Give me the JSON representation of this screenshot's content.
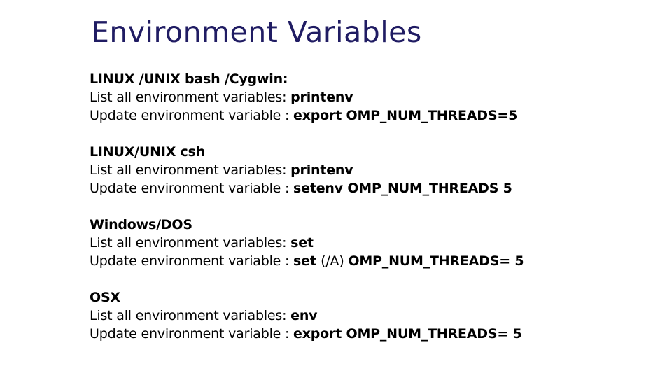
{
  "slide": {
    "title": "Environment Variables",
    "title_color": "#201c63",
    "body_color": "#000000",
    "background_color": "#ffffff"
  },
  "sections": [
    {
      "header": "LINUX /UNIX bash /Cygwin:",
      "list_label": "List all environment variables: ",
      "list_command": "printenv",
      "update_label": "Update environment variable : ",
      "update_command": "export OMP_NUM_THREADS=5",
      "update_command_flag": "",
      "update_command_tail": ""
    },
    {
      "header": "LINUX/UNIX csh",
      "list_label": "List all environment variables: ",
      "list_command": "printenv",
      "update_label": "Update environment variable : ",
      "update_command": "setenv OMP_NUM_THREADS 5",
      "update_command_flag": "",
      "update_command_tail": ""
    },
    {
      "header": "Windows/DOS",
      "list_label": "List all environment variables: ",
      "list_command": "set",
      "update_label": "Update environment variable : ",
      "update_command": "set ",
      "update_command_flag": "(/A) ",
      "update_command_tail": "OMP_NUM_THREADS= 5"
    },
    {
      "header": "OSX",
      "list_label": "List all environment variables: ",
      "list_command": "env",
      "update_label": "Update environment variable : ",
      "update_command": "export OMP_NUM_THREADS= 5",
      "update_command_flag": "",
      "update_command_tail": ""
    }
  ]
}
